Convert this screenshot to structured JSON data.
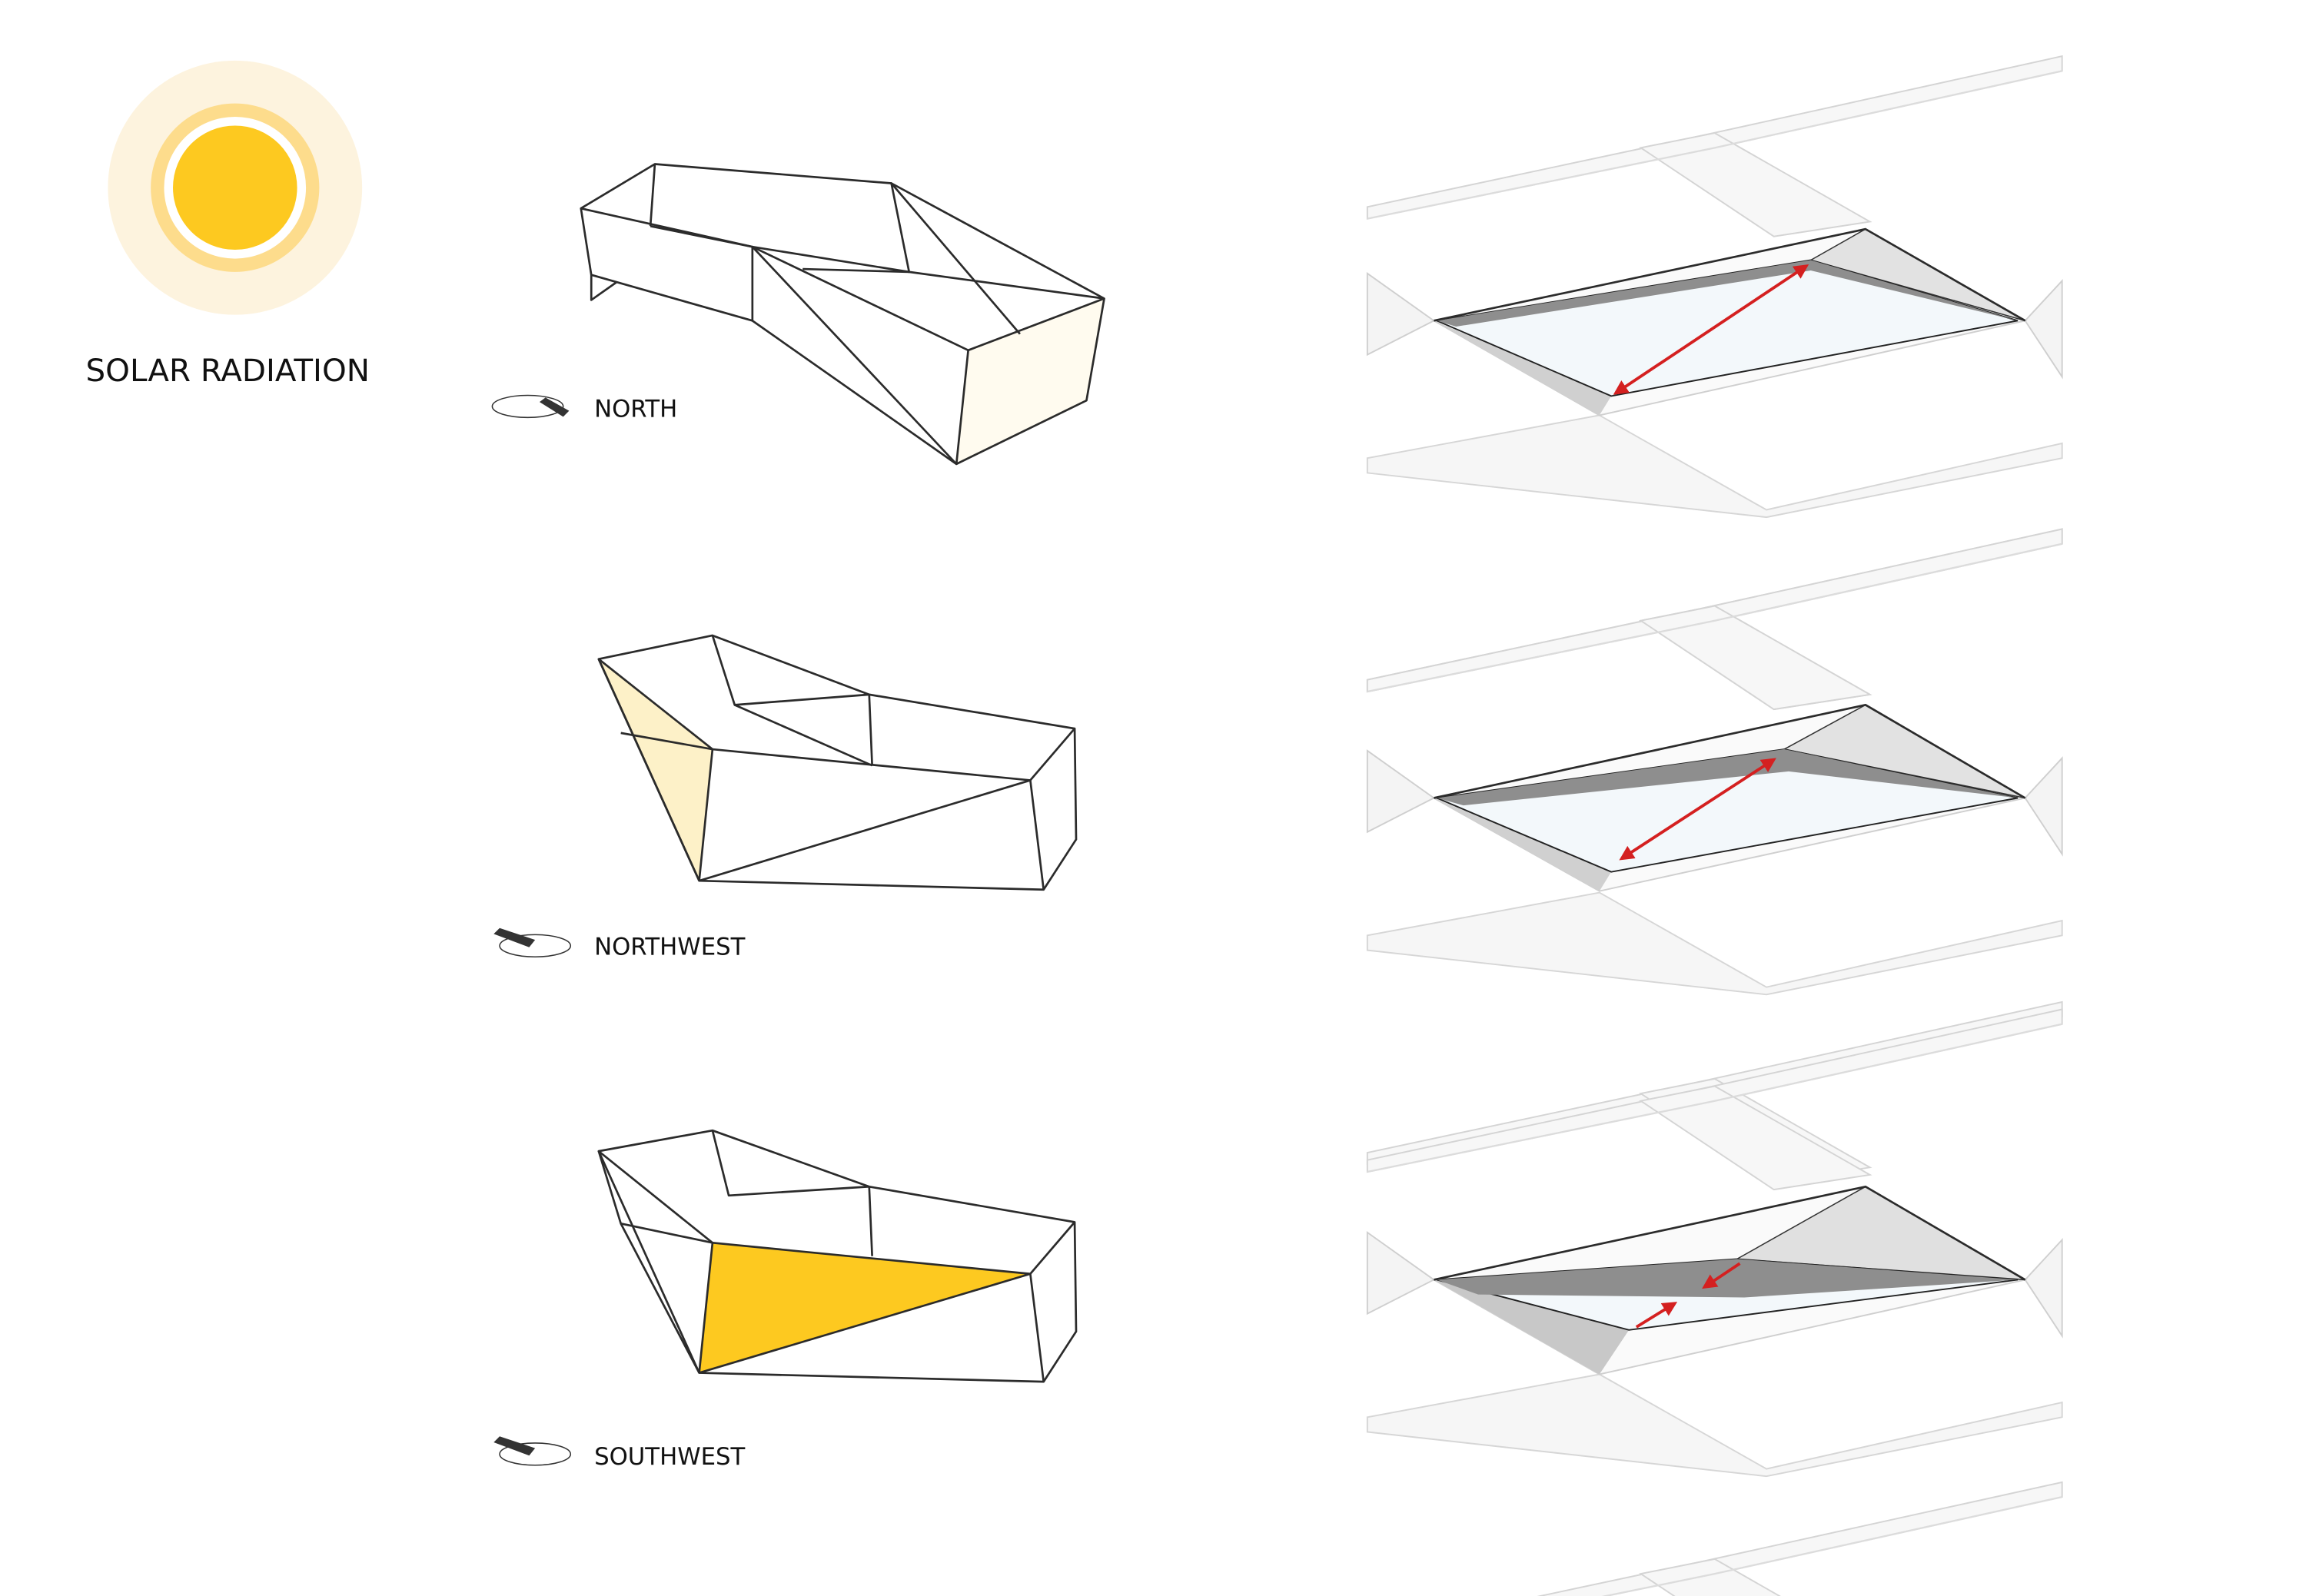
{
  "title": "SOLAR RADIATION",
  "orientations": [
    {
      "label": "NORTH",
      "icon": "sun-direction-north-icon"
    },
    {
      "label": "NORTHWEST",
      "icon": "sun-direction-northwest-icon"
    },
    {
      "label": "SOUTHWEST",
      "icon": "sun-direction-southwest-icon"
    }
  ],
  "colors": {
    "sun_core": "#fdc920",
    "sun_ring": "#fddc8c",
    "sun_halo": "#fdf3de",
    "exposure_low": "#fffbef",
    "exposure_medium": "#fdf1c8",
    "exposure_high": "#fdc920",
    "arrow": "#d42020"
  }
}
